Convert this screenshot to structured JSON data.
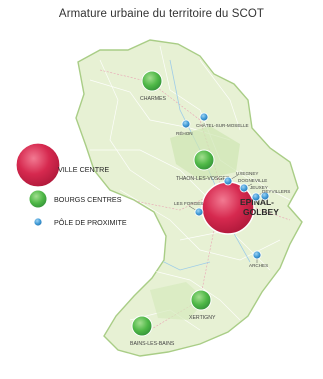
{
  "title": "Armature urbaine du territoire du SCOT",
  "colors": {
    "ville_centre": "#d6294f",
    "bourgs_centres": "#4fb847",
    "pole_proximite": "#3f9ad6",
    "territory_fill": "#e7f1d4",
    "territory_border": "#a9cd86"
  },
  "legend": {
    "ville_centre": "VILLE CENTRE",
    "bourgs_centres": "BOURGS CENTRES",
    "pole_proximite": "PÔLE DE PROXIMITE"
  },
  "places": {
    "epinal_line1": "EPINAL-",
    "epinal_line2": "GOLBEY",
    "charmes": "CHARMES",
    "thaon": "THAON-LES-VOSGES",
    "xertigny": "XERTIGNY",
    "bains": "BAINS-LES-BAINS",
    "rehon": "RÉHON",
    "chatel": "CHÂTEL-SUR-MOSELLE",
    "uxegney": "UXEGNEY",
    "dogneville": "DOGNEVILLE",
    "jeuxey": "JEUXEY",
    "deyvillers": "DEYVILLERS",
    "les_forges": "LES FORGES",
    "arches": "ARCHES"
  }
}
